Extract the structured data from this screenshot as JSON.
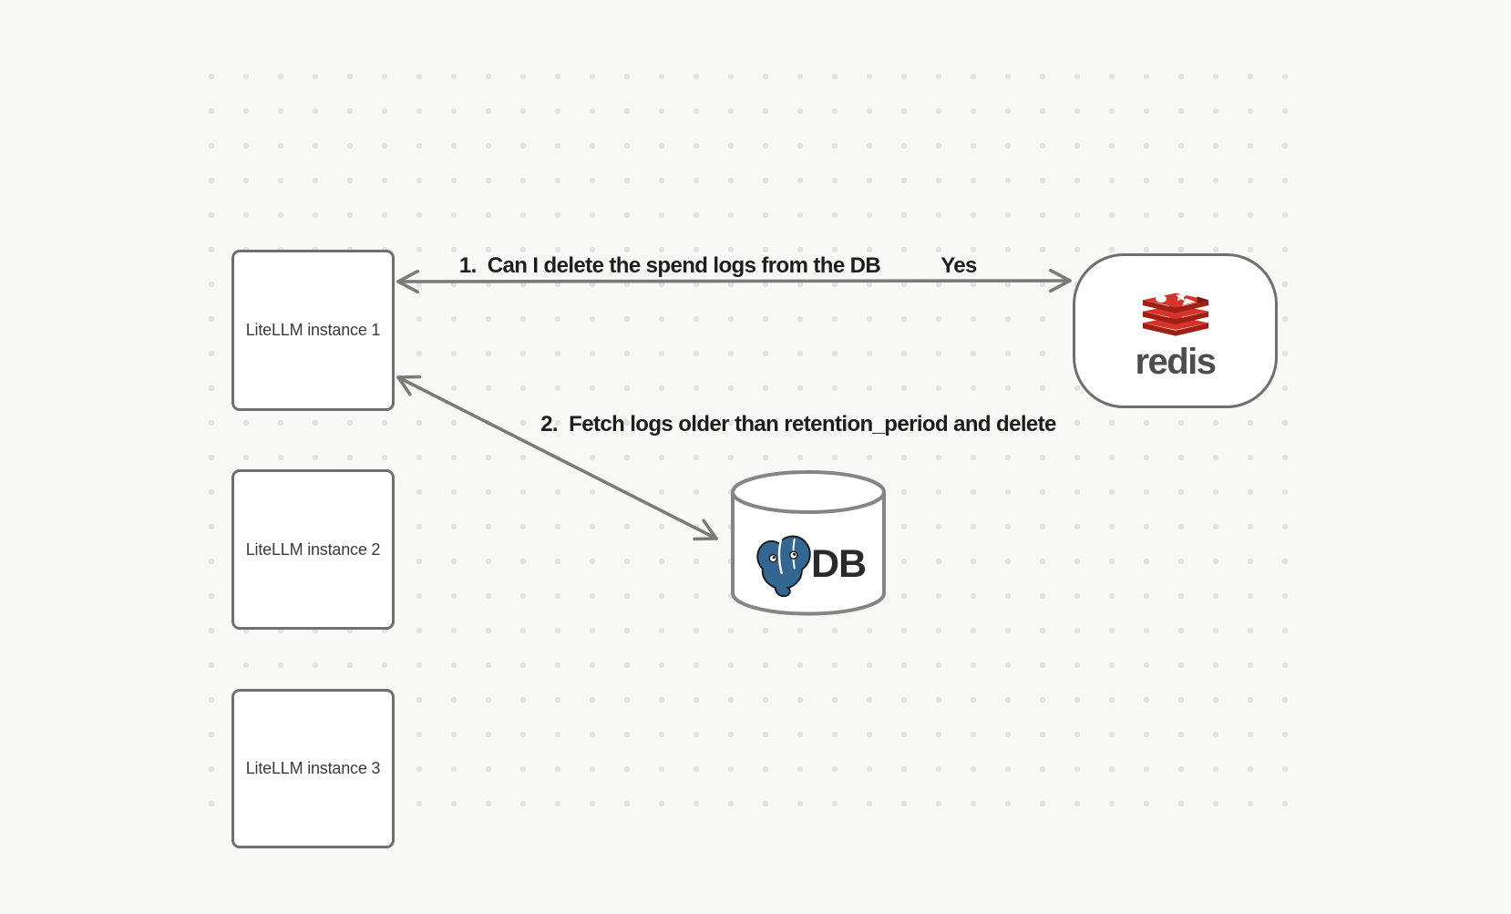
{
  "canvas": {
    "background_color": "#f8f8f6",
    "dot_color": "#e4e3e0"
  },
  "nodes": {
    "instance1": {
      "label": "LiteLLM instance 1"
    },
    "instance2": {
      "label": "LiteLLM instance 2"
    },
    "instance3": {
      "label": "LiteLLM instance 3"
    },
    "redis": {
      "label": "redis",
      "icon": "redis-logo-icon",
      "brand_red": "#d6342a",
      "brand_red_dark": "#9f1f15",
      "wordmark_color": "#4d4d4d"
    },
    "db": {
      "label": "DB",
      "icon": "postgresql-elephant-icon",
      "elephant_blue": "#336791"
    }
  },
  "arrows": {
    "arrow1": {
      "label": "1.  Can I delete the spend logs from the DB",
      "response": "Yes",
      "direction": "bidirectional",
      "from": "redis",
      "to": "instance1"
    },
    "arrow2": {
      "label": "2.  Fetch logs older than retention_period and delete",
      "direction": "bidirectional",
      "from": "instance1",
      "to": "db"
    }
  },
  "style": {
    "node_border_color": "#6f6f6f",
    "arrow_color": "#7a7a7a",
    "label_color": "#1d1d1f"
  }
}
